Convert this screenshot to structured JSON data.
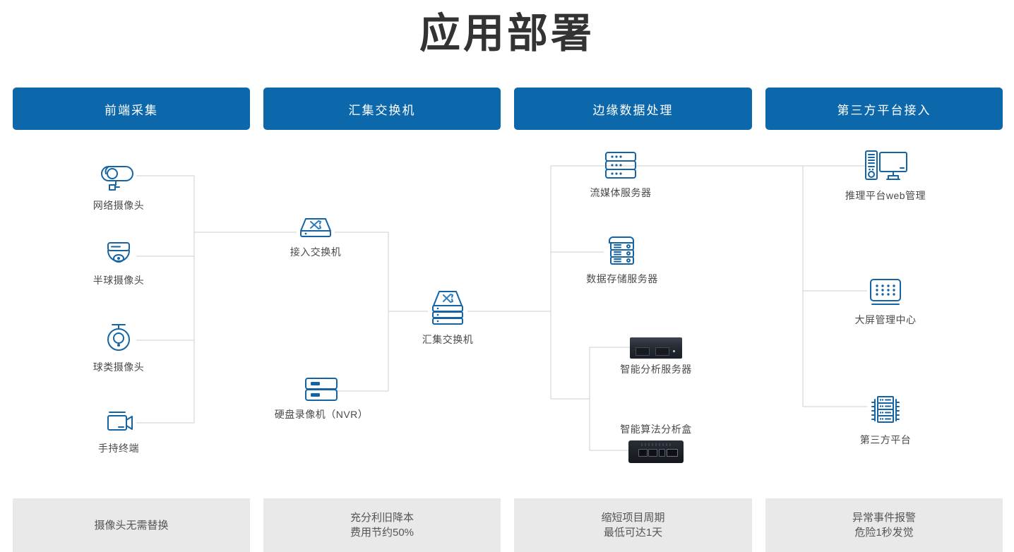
{
  "title": "应用部署",
  "columns": [
    {
      "header": "前端采集",
      "footer": [
        "摄像头无需替换"
      ]
    },
    {
      "header": "汇集交换机",
      "footer": [
        "充分利旧降本",
        "费用节约50%"
      ]
    },
    {
      "header": "边缘数据处理",
      "footer": [
        "缩短项目周期",
        "最低可达1天"
      ]
    },
    {
      "header": "第三方平台接入",
      "footer": [
        "异常事件报警",
        "危险1秒发觉"
      ]
    }
  ],
  "nodes": {
    "col1": [
      {
        "id": "ipc",
        "label": "网络摄像头",
        "icon": "bullet-camera-icon"
      },
      {
        "id": "dome",
        "label": "半球摄像头",
        "icon": "dome-camera-icon"
      },
      {
        "id": "ptz",
        "label": "球类摄像头",
        "icon": "ptz-camera-icon"
      },
      {
        "id": "handheld",
        "label": "手持终端",
        "icon": "handheld-camcorder-icon"
      }
    ],
    "col2": [
      {
        "id": "access-switch",
        "label": "接入交换机",
        "icon": "switch-icon"
      },
      {
        "id": "nvr",
        "label": "硬盘录像机（NVR）",
        "icon": "nvr-icon"
      }
    ],
    "center": [
      {
        "id": "agg-switch",
        "label": "汇集交换机",
        "icon": "stacked-switch-icon"
      }
    ],
    "col3": [
      {
        "id": "stream-server",
        "label": "流媒体服务器",
        "icon": "rack-server-icon"
      },
      {
        "id": "storage-server",
        "label": "数据存储服务器",
        "icon": "storage-server-icon"
      },
      {
        "id": "ai-server",
        "label": "智能分析服务器",
        "icon": "rack-1u-photo"
      },
      {
        "id": "ai-box",
        "label": "智能算法分析盒",
        "icon": "edge-box-photo"
      }
    ],
    "col4": [
      {
        "id": "web-mgmt",
        "label": "推理平台web管理",
        "icon": "desktop-pc-icon"
      },
      {
        "id": "video-wall",
        "label": "大屏管理中心",
        "icon": "video-wall-icon"
      },
      {
        "id": "third-party",
        "label": "第三方平台",
        "icon": "server-rack-icon"
      }
    ]
  },
  "colors": {
    "header_blue": "#0c68ab",
    "footer_gray": "#e9e9e9",
    "icon_blue": "#1464a5",
    "line_gray": "#cfcfcf",
    "title_gray": "#333333"
  }
}
